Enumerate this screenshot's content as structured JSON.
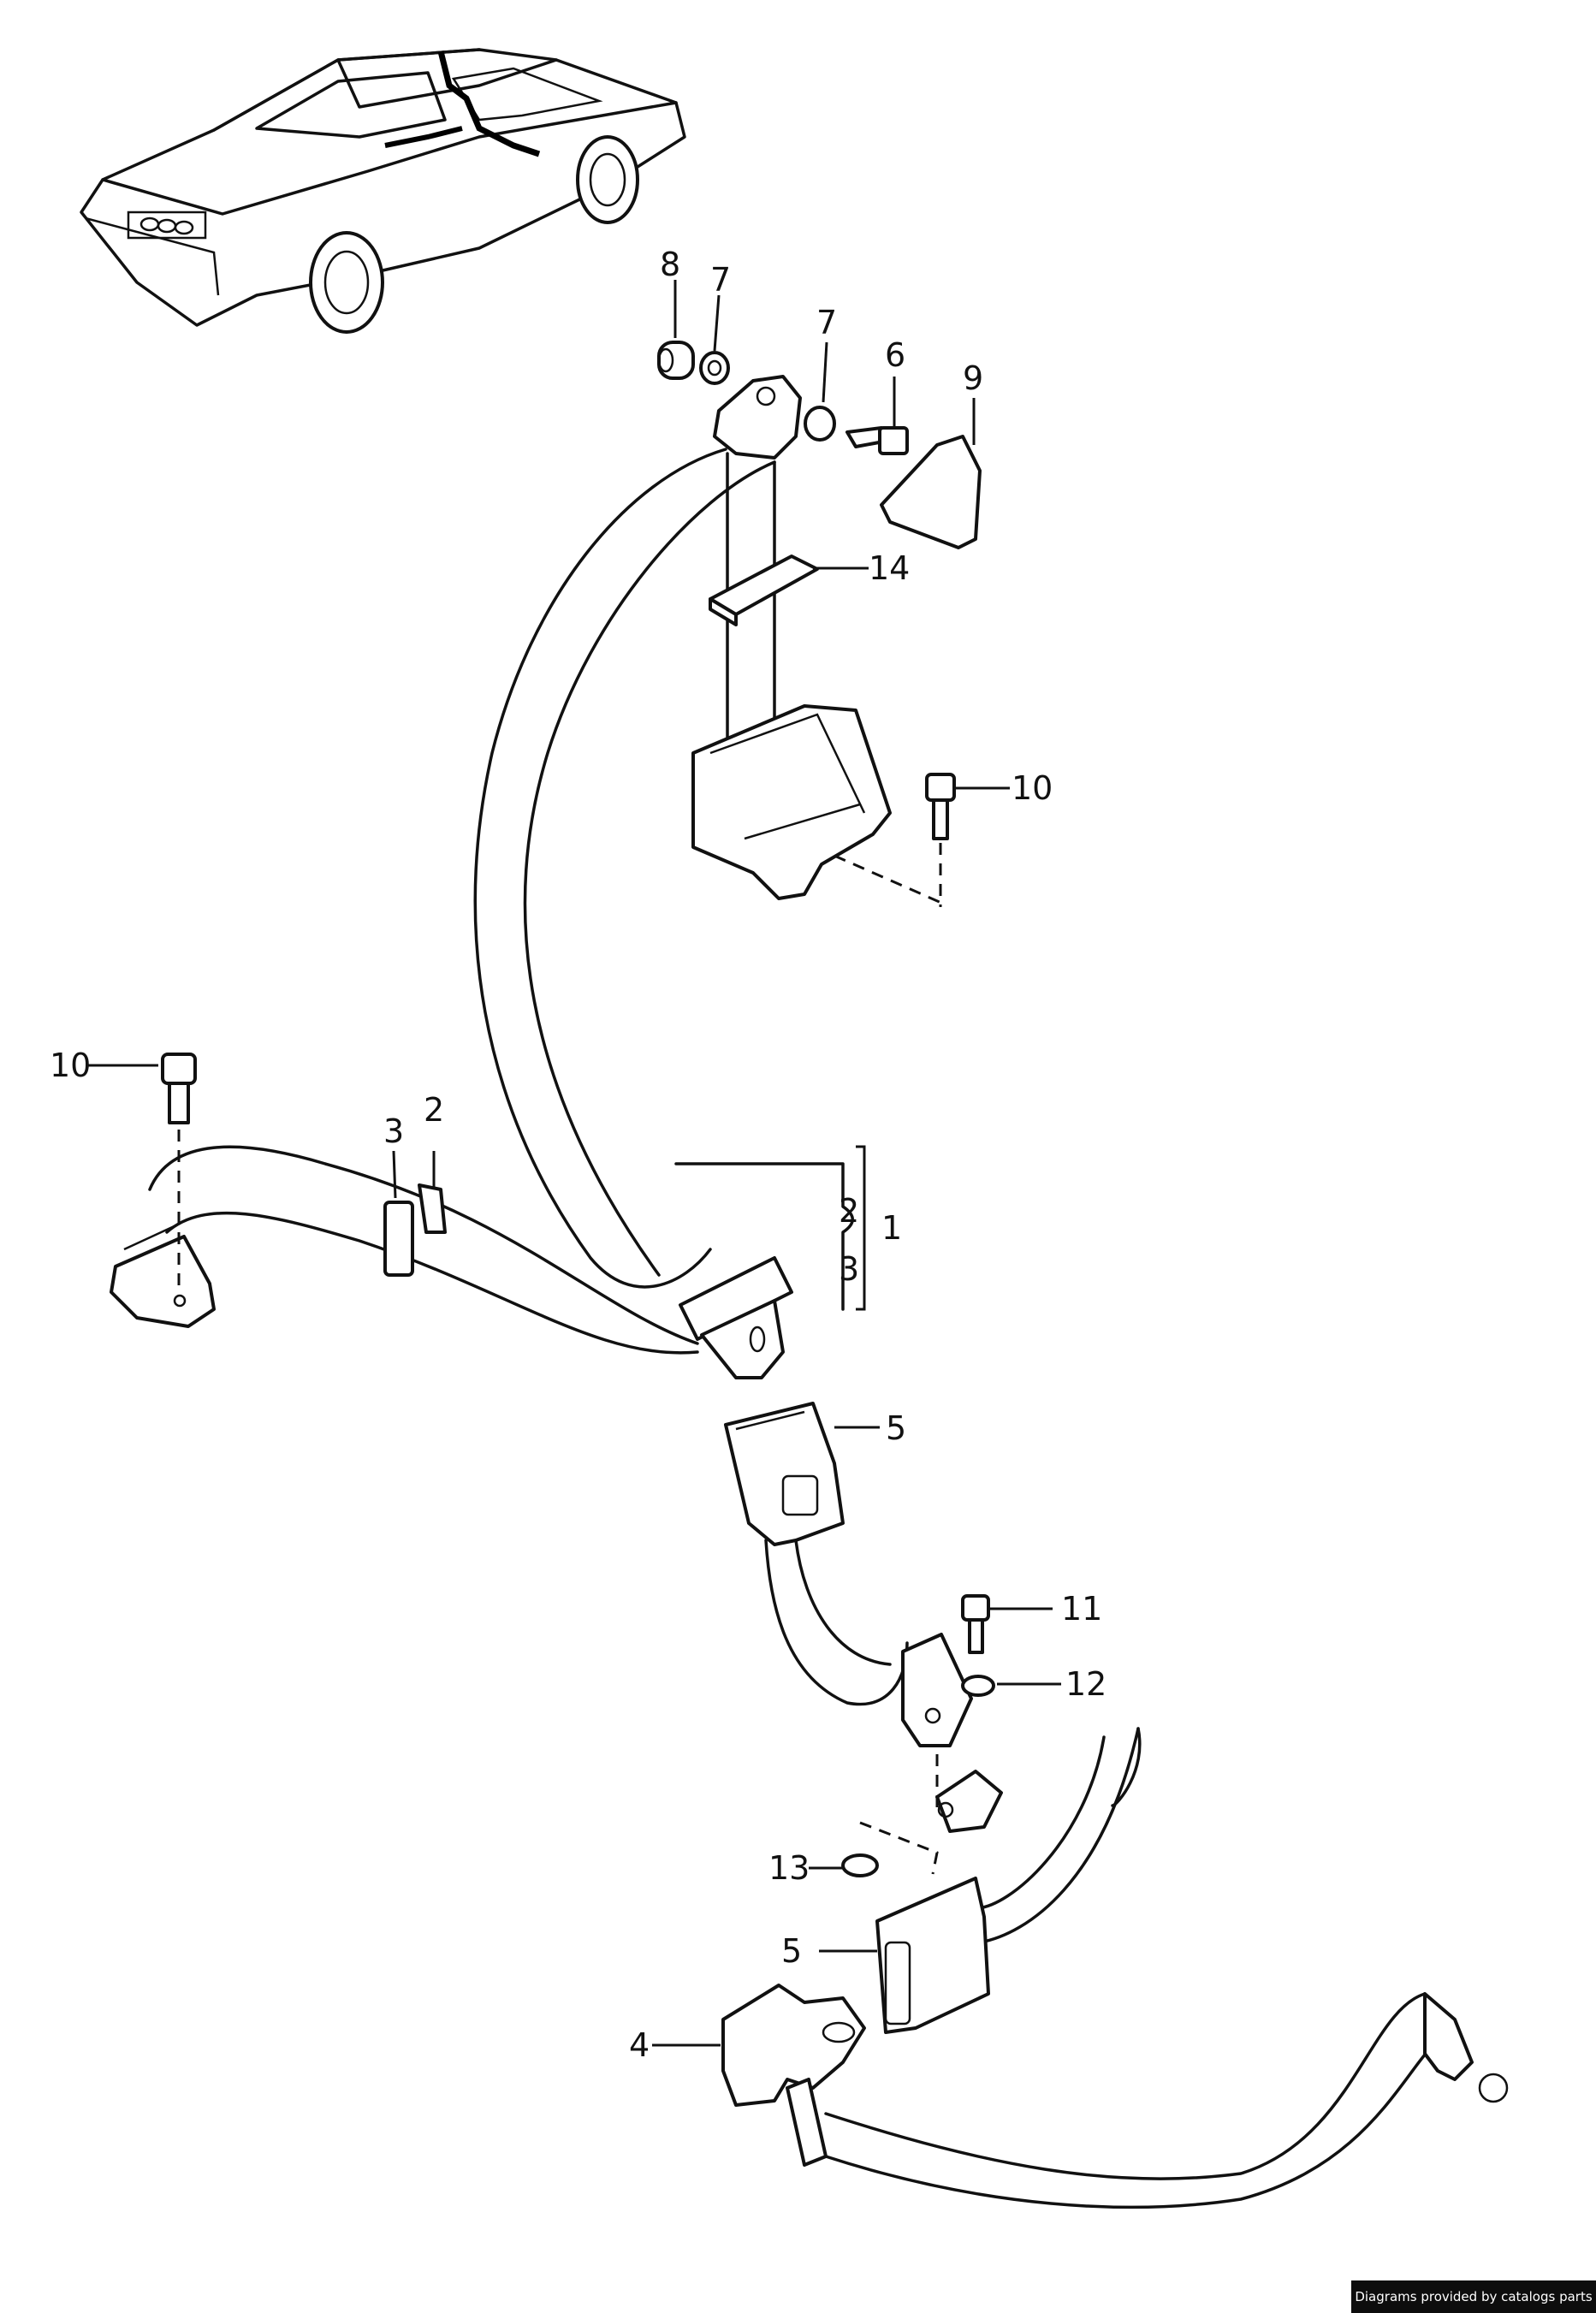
{
  "credit": "Diagrams provided by catalogs parts",
  "callouts": {
    "c1": "1",
    "c2a": "2",
    "c2b": "2",
    "c3a": "3",
    "c3b": "3",
    "c4": "4",
    "c5a": "5",
    "c5b": "5",
    "c6": "6",
    "c7a": "7",
    "c7b": "7",
    "c8": "8",
    "c9": "9",
    "c10a": "10",
    "c10b": "10",
    "c11": "11",
    "c12": "12",
    "c13": "13",
    "c14": "14"
  },
  "icons": {
    "car": "car-overview-icon",
    "bolt": "bolt-icon"
  },
  "colors": {
    "ink": "#111111",
    "paper": "#ffffff",
    "credit_bg": "#0d0d0d"
  }
}
